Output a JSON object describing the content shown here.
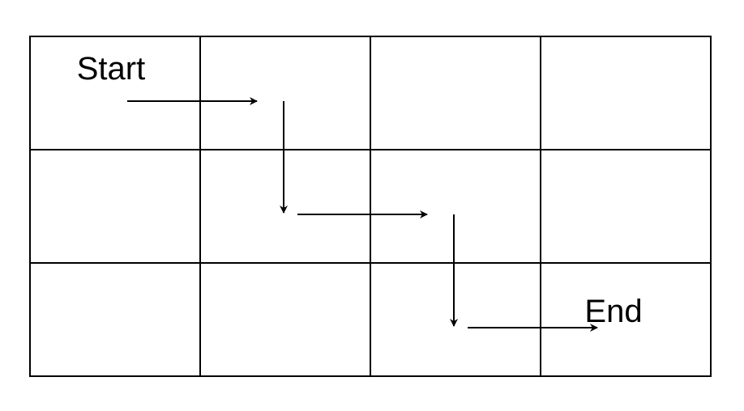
{
  "grid": {
    "rows": 3,
    "cols": 4
  },
  "labels": {
    "start": "Start",
    "end": "End"
  },
  "path": {
    "cells": [
      [
        0,
        0
      ],
      [
        0,
        1
      ],
      [
        1,
        1
      ],
      [
        1,
        2
      ],
      [
        2,
        2
      ],
      [
        2,
        3
      ]
    ],
    "moves": [
      "right",
      "down",
      "right",
      "down",
      "right"
    ]
  },
  "colors": {
    "line": "#000000",
    "background": "#ffffff"
  }
}
